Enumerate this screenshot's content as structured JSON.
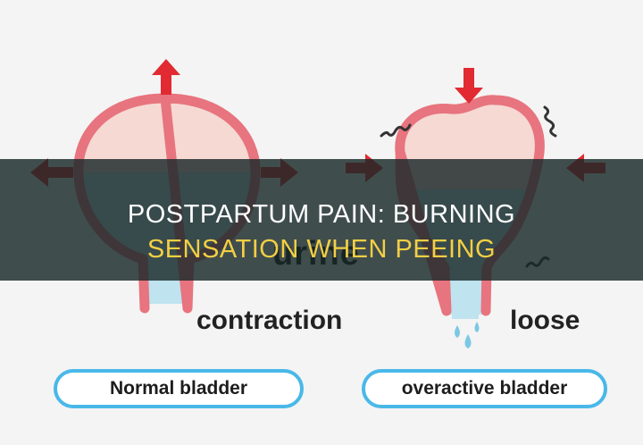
{
  "colors": {
    "background": "#f4f4f4",
    "bladder_wall": "#e7747e",
    "bladder_fill": "#f6d9d3",
    "urine": "#bfe3ef",
    "arrow": "#e12a31",
    "pill_border": "#49b8e8",
    "title_band": "#192828",
    "title_highlight": "#f2cf44"
  },
  "icons": {
    "arrows": "red-direction-arrow-icon",
    "squiggle": "spasm-squiggle-icon",
    "drops": "urine-drop-icon"
  },
  "diagram": {
    "urine_label": "urine",
    "contraction_label": "contraction",
    "loose_label": "loose",
    "normal_label": "Normal bladder",
    "overactive_label": "overactive bladder"
  },
  "title": {
    "line1": "POSTPARTUM PAIN: BURNING",
    "line2": "SENSATION WHEN PEEING"
  }
}
